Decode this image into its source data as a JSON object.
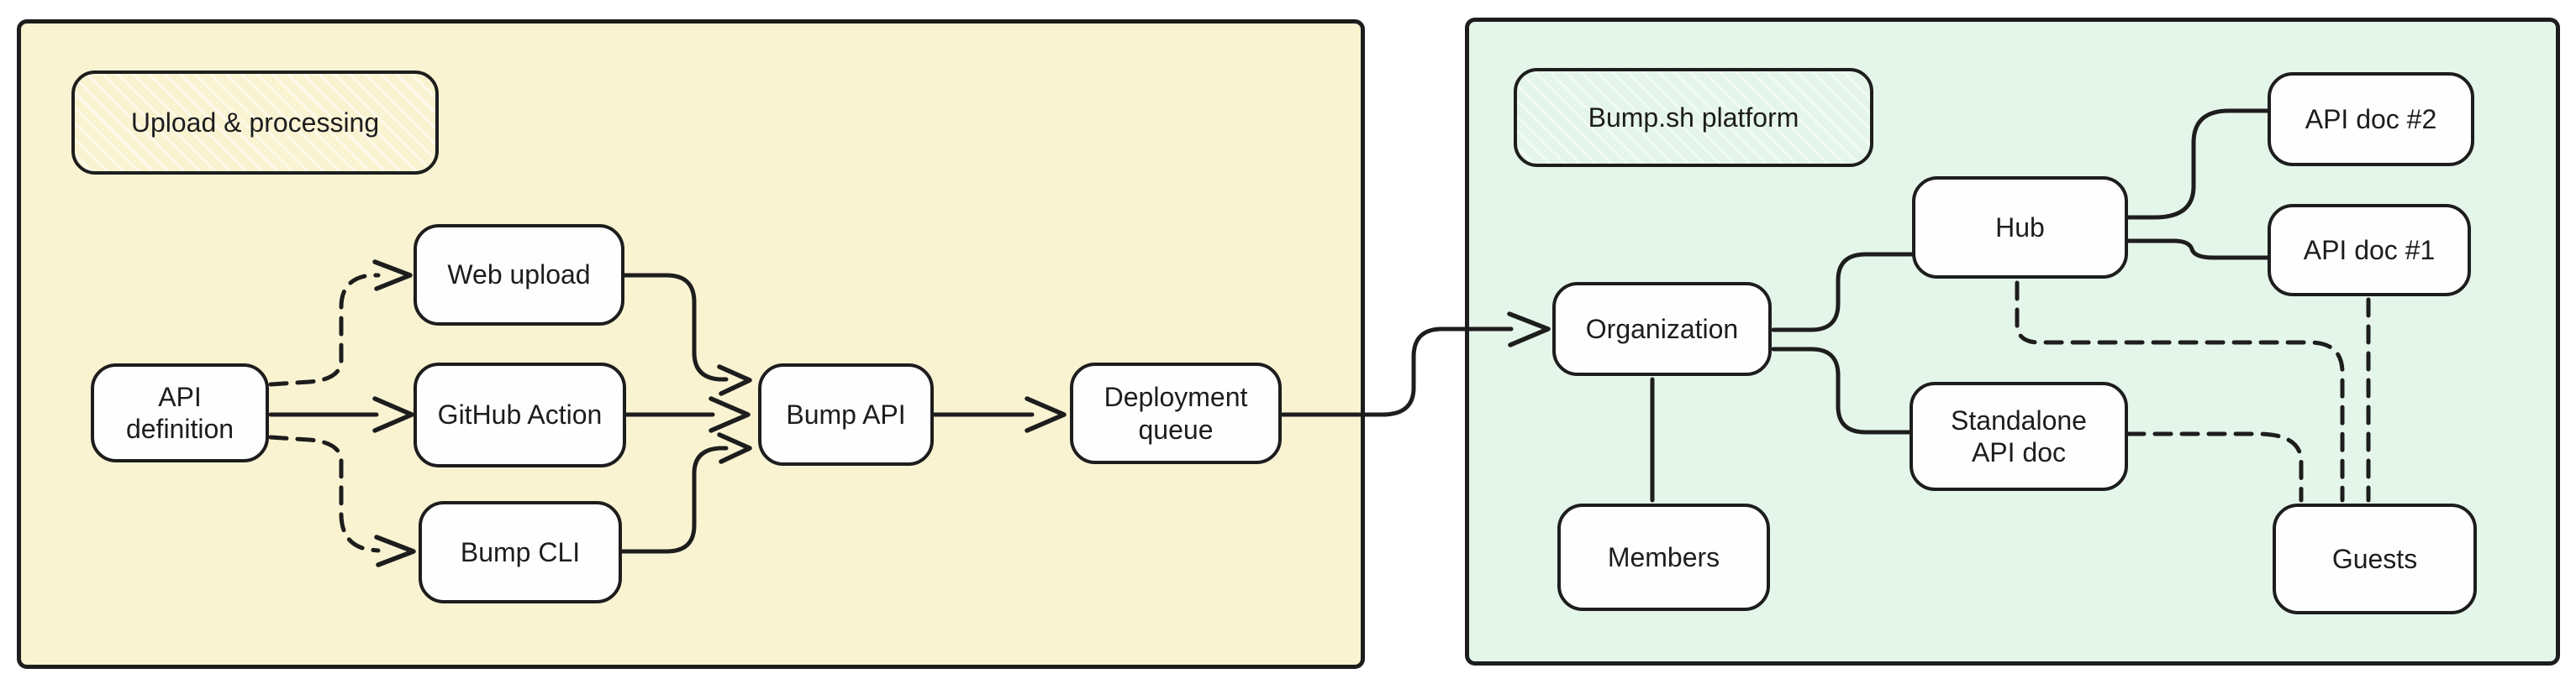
{
  "colors": {
    "background": "#ffffff",
    "ink": "#1d1d1d",
    "left_panel_bg": "#faf3d2",
    "right_panel_bg": "#e4f5e9",
    "node_bg": "#fefefe"
  },
  "panels": {
    "upload": {
      "label": "Upload & processing"
    },
    "platform": {
      "label": "Bump.sh platform"
    }
  },
  "nodes": {
    "api_definition": {
      "label": "API\ndefinition"
    },
    "web_upload": {
      "label": "Web upload"
    },
    "github_action": {
      "label": "GitHub Action"
    },
    "bump_cli": {
      "label": "Bump CLI"
    },
    "bump_api": {
      "label": "Bump API"
    },
    "deployment_queue": {
      "label": "Deployment\nqueue"
    },
    "organization": {
      "label": "Organization"
    },
    "members": {
      "label": "Members"
    },
    "hub": {
      "label": "Hub"
    },
    "standalone_api_doc": {
      "label": "Standalone\nAPI doc"
    },
    "api_doc_1": {
      "label": "API doc #1"
    },
    "api_doc_2": {
      "label": "API doc #2"
    },
    "guests": {
      "label": "Guests"
    }
  },
  "edges": [
    {
      "from": "API definition",
      "to": "Web upload",
      "line": "dashed",
      "arrow": true
    },
    {
      "from": "API definition",
      "to": "GitHub Action",
      "line": "solid",
      "arrow": true
    },
    {
      "from": "API definition",
      "to": "Bump CLI",
      "line": "dashed",
      "arrow": true
    },
    {
      "from": "Web upload",
      "to": "Bump API",
      "line": "solid",
      "arrow": true
    },
    {
      "from": "GitHub Action",
      "to": "Bump API",
      "line": "solid",
      "arrow": true
    },
    {
      "from": "Bump CLI",
      "to": "Bump API",
      "line": "solid",
      "arrow": true
    },
    {
      "from": "Bump API",
      "to": "Deployment queue",
      "line": "solid",
      "arrow": true
    },
    {
      "from": "Deployment queue",
      "to": "Organization",
      "line": "solid",
      "arrow": true
    },
    {
      "from": "Organization",
      "to": "Hub",
      "line": "solid",
      "arrow": false
    },
    {
      "from": "Organization",
      "to": "Standalone API doc",
      "line": "solid",
      "arrow": false
    },
    {
      "from": "Organization",
      "to": "Members",
      "line": "solid",
      "arrow": false
    },
    {
      "from": "Hub",
      "to": "API doc #2",
      "line": "solid",
      "arrow": false
    },
    {
      "from": "Hub",
      "to": "API doc #1",
      "line": "solid",
      "arrow": false
    },
    {
      "from": "Hub",
      "to": "Guests",
      "line": "dashed",
      "arrow": false
    },
    {
      "from": "API doc #1",
      "to": "Guests",
      "line": "dashed",
      "arrow": false
    },
    {
      "from": "Standalone API doc",
      "to": "Guests",
      "line": "dashed",
      "arrow": false
    }
  ]
}
